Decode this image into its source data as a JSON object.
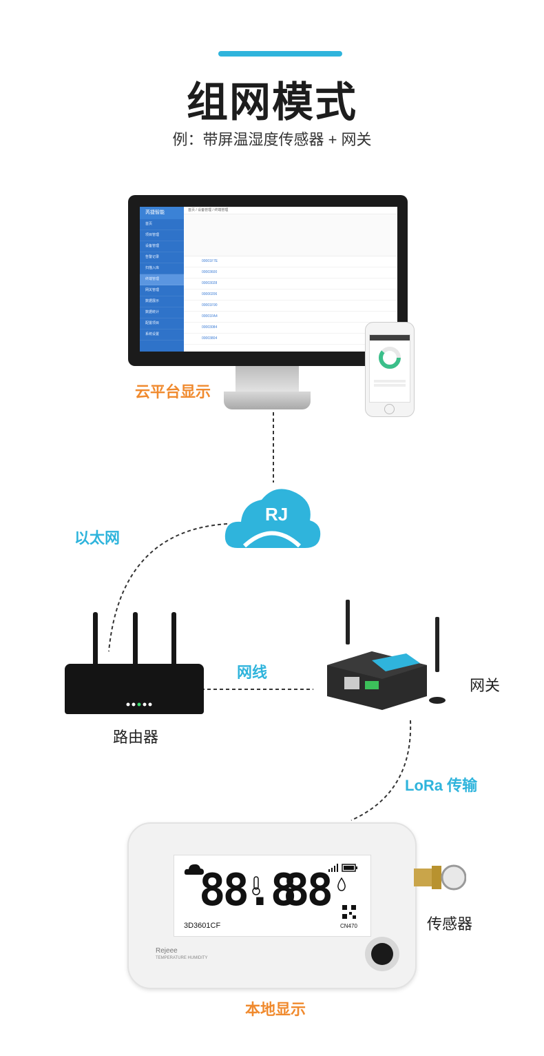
{
  "header": {
    "title": "组网模式",
    "subtitle": "例：带屏温湿度传感器 + 网关"
  },
  "labels": {
    "cloud_display": "云平台显示",
    "ethernet": "以太网",
    "cable": "网线",
    "gateway": "网关",
    "router": "路由器",
    "lora": "LoRa 传输",
    "sensor": "传感器",
    "local_display": "本地显示"
  },
  "monitor_screen": {
    "logo": "芮捷智能",
    "breadcrumb": "首页 / 设备管理 / 终端管理",
    "menu": [
      "首页",
      "项目管理",
      "设备管理",
      "告警记录",
      "扫描入库",
      "终端管理",
      "网关管理",
      "数据展示",
      "数据统计",
      "配置项目",
      "系统设置"
    ],
    "rows": [
      "00001F7E",
      "00003600",
      "00003028",
      "00000206",
      "00001F90",
      "00001FA4",
      "00003084",
      "00003804"
    ]
  },
  "sensor_device": {
    "lcd_left": "88.8",
    "lcd_right": "88",
    "serial": "3D3601CF",
    "model": "CN470",
    "brand": "Rejeee",
    "brand_sub": "TEMPERATURE  HUMIDITY"
  },
  "colors": {
    "accent_blue": "#2fb4dc",
    "accent_orange": "#f08a2e"
  }
}
